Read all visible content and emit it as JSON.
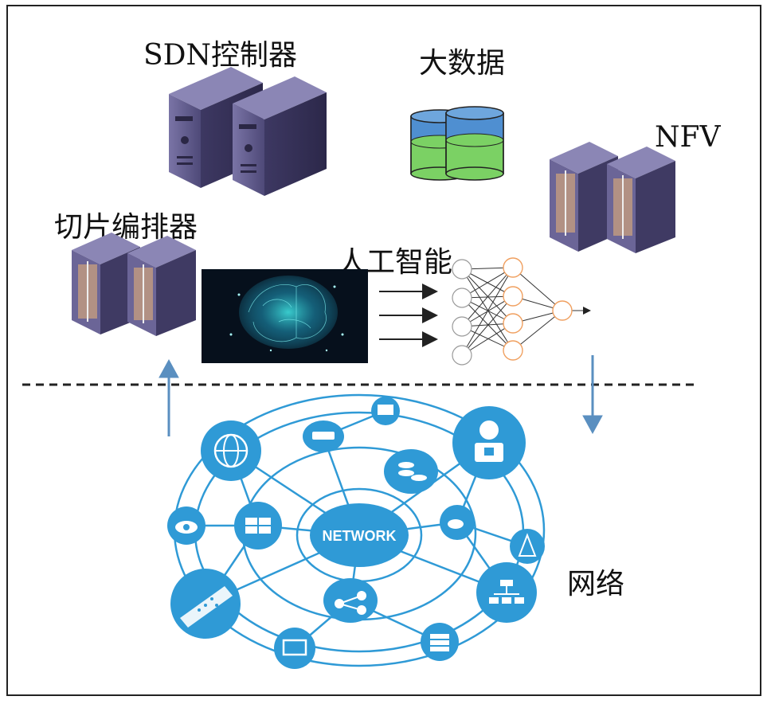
{
  "labels": {
    "sdn": "SDN控制器",
    "bigdata": "大数据",
    "nfv": "NFV",
    "orchestrator": "切片编排器",
    "ai": "人工智能",
    "network": "网络"
  },
  "network_hub": "NETWORK",
  "colors": {
    "server": "#5d5883",
    "server_side": "#3f3a63",
    "server_orange": "#c9a07d",
    "db_blue": "#4f8fd1",
    "db_green": "#7bd164",
    "net_blue": "#2f9ad6",
    "arrow_blue": "#5a8fc0"
  }
}
